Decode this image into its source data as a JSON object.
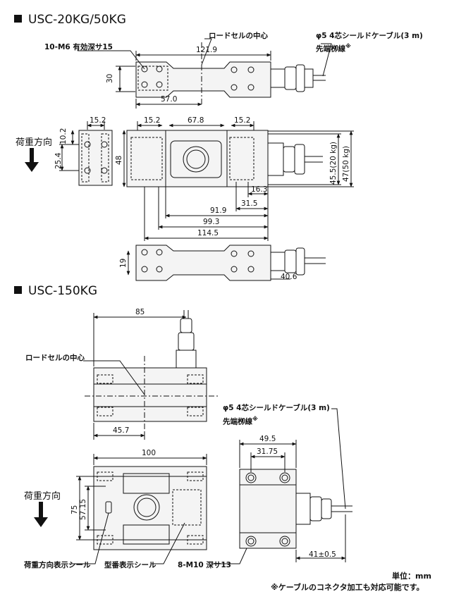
{
  "sections": {
    "top_title": "USC-20KG/50KG",
    "bottom_title": "USC-150KG"
  },
  "top": {
    "tap_label": "10-M6  有効深サ15",
    "center_label": "ロードセルの中心",
    "cable_label": "φ5  4芯シールドケーブル(3 m)",
    "cable_end": "先端栁線",
    "cable_mark": "※",
    "load_dir": "荷重方向",
    "dims": {
      "len_121_9": "121.9",
      "h_30": "30",
      "len_57_0": "57.0",
      "w_15_2_a": "15.2",
      "w_10_2": "10.2",
      "h_25_4": "25.4",
      "w_15_2_b": "15.2",
      "w_67_8": "67.8",
      "w_15_2_c": "15.2",
      "h_48": "48",
      "h_45_5": "45.5(20 kg)",
      "h_47": "47(50 kg)",
      "len_16_3": "16.3",
      "len_31_5": "31.5",
      "len_91_9": "91.9",
      "len_99_3": "99.3",
      "len_114_5": "114.5",
      "h_19": "19",
      "len_40_6": "40.6"
    }
  },
  "bottom": {
    "center_label": "ロードセルの中心",
    "cable_label": "φ5  4芯シールドケーブル(3 m)",
    "cable_end": "先端栁線",
    "cable_mark": "※",
    "load_dir": "荷重方向",
    "seal_dir": "荷重方向表示シール",
    "seal_model": "型番表示シール",
    "tap_label": "8-M10   深サ13",
    "dims": {
      "len_85": "85",
      "len_45_7": "45.7",
      "len_100": "100",
      "h_75": "75",
      "h_57_15": "57.15",
      "len_49_5": "49.5",
      "len_31_75": "31.75",
      "len_41": "41±0.5"
    }
  },
  "footer": {
    "unit": "単位：mm",
    "note": "※ケーブルのコネクタ加工も対応可能です。"
  }
}
